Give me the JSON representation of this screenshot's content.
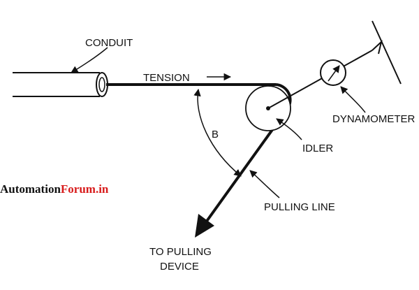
{
  "labels": {
    "conduit": "CONDUIT",
    "tension": "TENSION",
    "angle": "B",
    "dynamometer": "DYNAMOMETER",
    "idler": "IDLER",
    "pulling_line": "PULLING LINE",
    "to_pulling_device_line1": "TO PULLING",
    "to_pulling_device_line2": "DEVICE"
  },
  "watermark": {
    "part1": "Automation",
    "part2": "Forum.in",
    "color1": "#111111",
    "color2": "#d81b1b"
  },
  "colors": {
    "line": "#111111",
    "background": "#ffffff"
  }
}
